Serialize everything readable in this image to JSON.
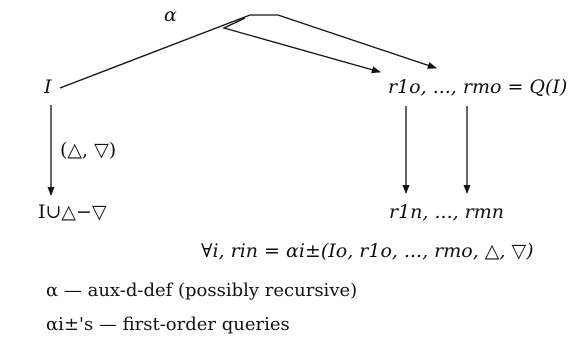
{
  "nodes": {
    "source": "I",
    "result": "I∪△−▽",
    "old_relations": "r1o, ..., rmo = Q(I)",
    "new_relations": "r1n, ..., rmn"
  },
  "edges": {
    "top_label": "α",
    "left_label": "(△, ▽)"
  },
  "equation": "∀i, rin = αi±(Io, r1o, ..., rmo, △, ▽)",
  "legend": [
    "α — aux-d-def (possibly recursive)",
    "αi±'s — first-order queries"
  ],
  "colors": {
    "ink": "#111111",
    "background": "#ffffff"
  }
}
